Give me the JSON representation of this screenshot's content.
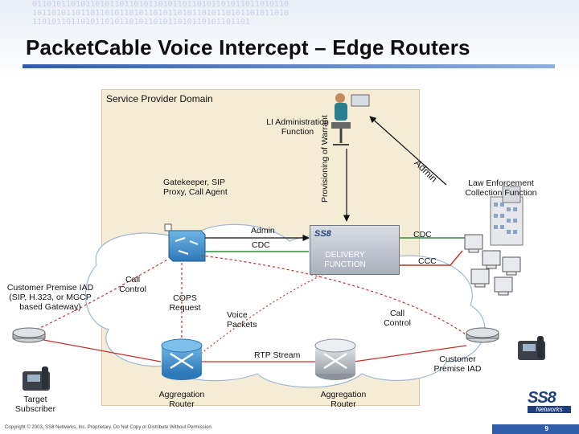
{
  "header": {
    "title_main": "PacketCable Voice Intercept",
    "title_dash": " – ",
    "title_sub": "Edge Routers",
    "binary_pattern": "0110101101011010110110101101011011010110101101101011010110101101101101011010110101101011010110101101011010110101101101011010110101101011010110101101101"
  },
  "diagram": {
    "domain_label": "Service Provider Domain",
    "li_admin": "LI Administration Function",
    "provisioning": "Provisioning of Warrant",
    "admin_diag": "Admin",
    "gatekeeper": "Gatekeeper, SIP Proxy, Call Agent",
    "law_enforcement": "Law Enforcement Collection Function",
    "admin": "Admin",
    "cdc1": "CDC",
    "cdc2": "CDC",
    "ss8_brand": "SS8",
    "delivery": "DELIVERY FUNCTION",
    "ccc": "CCC",
    "customer_left": "Customer Premise IAD (SIP, H.323, or MGCP based Gateway)",
    "call_control_left": "Call Control",
    "cops": "COPS Request",
    "voice_packets": "Voice Packets",
    "call_control_right": "Call Control",
    "rtp": "RTP Stream",
    "customer_right": "Customer Premise IAD",
    "target": "Target Subscriber",
    "agg_left": "Aggregation Router",
    "agg_right": "Aggregation Router"
  },
  "footer": {
    "copyright": "Copyright © 2003, SS8 Networks, Inc. Proprietary. Do Not Copy or Distribute Without Permission.",
    "page": "9",
    "logo_text": "SS8",
    "logo_sub": "Networks"
  },
  "colors": {
    "accent": "#2f5da8",
    "cloud": "#ffffff",
    "domain_bg": "#f5ecd6",
    "router": "#3a8fc9"
  }
}
